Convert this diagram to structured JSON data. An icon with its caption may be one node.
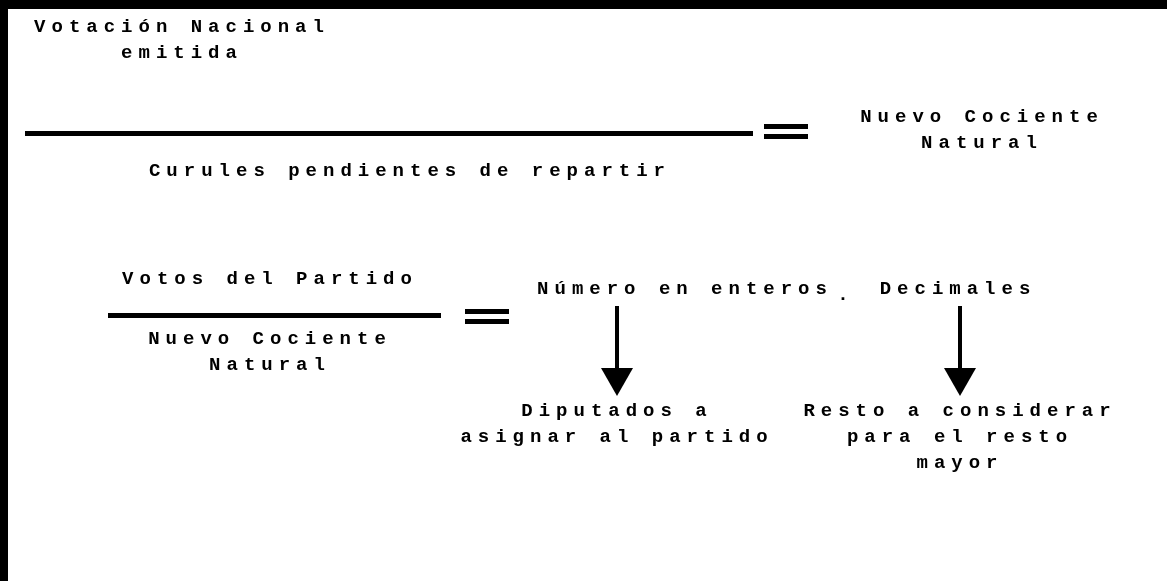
{
  "diagram": {
    "nodes": [
      {
        "text": [
          "Número en enteros"
        ]
      },
      {
        "text": [
          "Decimales"
        ]
      },
      {
        "text": [
          "Diputados a asignar al partido"
        ]
      },
      {
        "text": [
          "Resto a considerar para el resto mayor"
        ]
      }
    ],
    "edges": [
      {
        "from": 0,
        "to": 2,
        "arrow": "to"
      },
      {
        "from": 1,
        "to": 3,
        "arrow": "to"
      }
    ],
    "labels": [
      "Votación Nacional emitida",
      "Nuevo Cociente Natural",
      "Curules pendientes de repartir",
      "Votos del Partido",
      "Nuevo Cociente Natural",
      "."
    ]
  }
}
